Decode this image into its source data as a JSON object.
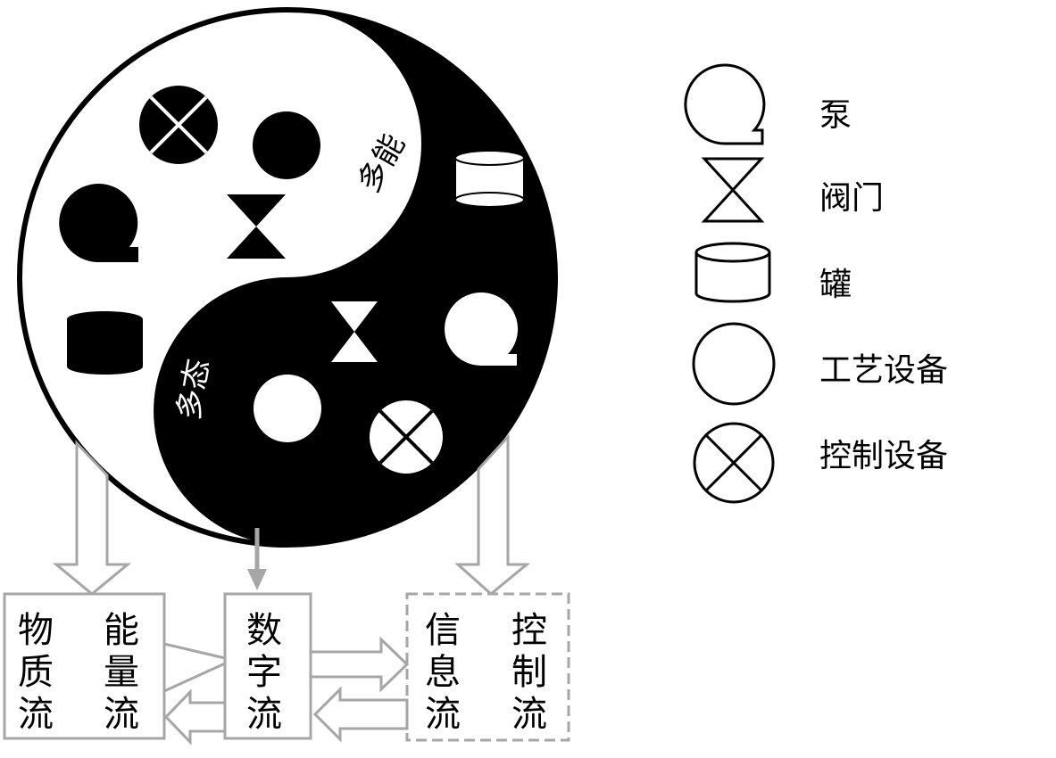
{
  "legend": {
    "items": [
      {
        "icon": "pump-icon",
        "label": "泵"
      },
      {
        "icon": "valve-icon",
        "label": "阀门"
      },
      {
        "icon": "tank-icon",
        "label": "罐"
      },
      {
        "icon": "process-equipment-icon",
        "label": "工艺设备"
      },
      {
        "icon": "control-equipment-icon",
        "label": "控制设备"
      }
    ]
  },
  "taiji": {
    "labels": [
      "多能",
      "多态"
    ]
  },
  "flows": {
    "material": "物质流",
    "energy": "能量流",
    "digital": "数字流",
    "information": "信息流",
    "control": "控制流"
  },
  "colors": {
    "black": "#000000",
    "white": "#ffffff",
    "arrow_gray": "#a6a6a6"
  }
}
